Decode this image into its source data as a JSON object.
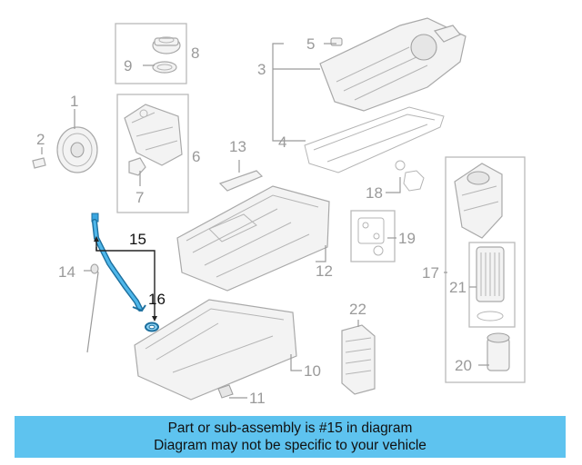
{
  "diagram": {
    "callouts": [
      {
        "id": "c1",
        "label": "1"
      },
      {
        "id": "c2",
        "label": "2"
      },
      {
        "id": "c3",
        "label": "3"
      },
      {
        "id": "c4",
        "label": "4"
      },
      {
        "id": "c5",
        "label": "5"
      },
      {
        "id": "c6",
        "label": "6"
      },
      {
        "id": "c7",
        "label": "7"
      },
      {
        "id": "c8",
        "label": "8"
      },
      {
        "id": "c9",
        "label": "9"
      },
      {
        "id": "c10",
        "label": "10"
      },
      {
        "id": "c11",
        "label": "11"
      },
      {
        "id": "c12",
        "label": "12"
      },
      {
        "id": "c13",
        "label": "13"
      },
      {
        "id": "c14",
        "label": "14"
      },
      {
        "id": "c15",
        "label": "15"
      },
      {
        "id": "c16",
        "label": "16"
      },
      {
        "id": "c17",
        "label": "17"
      },
      {
        "id": "c18",
        "label": "18"
      },
      {
        "id": "c19",
        "label": "19"
      },
      {
        "id": "c20",
        "label": "20"
      },
      {
        "id": "c21",
        "label": "21"
      },
      {
        "id": "c22",
        "label": "22"
      }
    ],
    "highlight_color": "#3aa6e0",
    "leader_color": "#9a9a9a"
  },
  "banner": {
    "line1": "Part or sub-assembly is #15 in diagram",
    "line2": "Diagram may not be specific to your vehicle",
    "background": "#5ec3ef"
  }
}
